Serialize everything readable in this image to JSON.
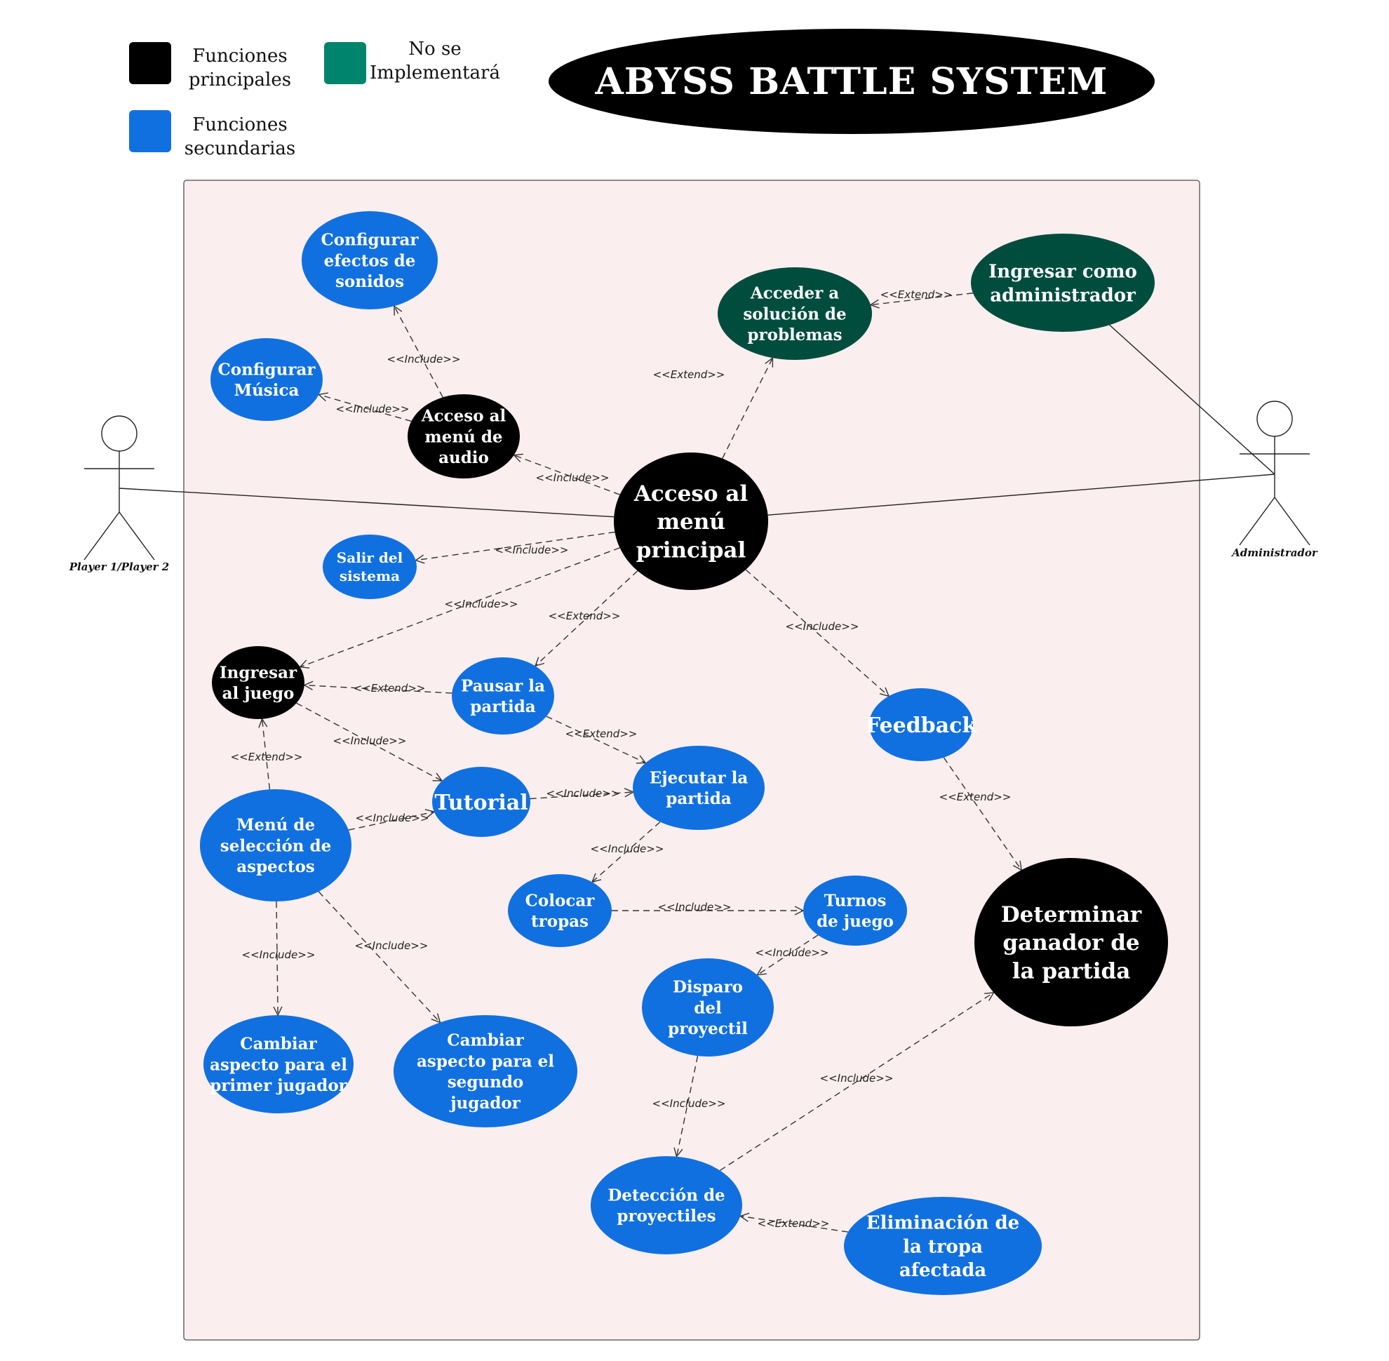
{
  "title": "ABYSS BATTLE SYSTEM",
  "colors": {
    "principal": "#000000",
    "secundaria": "#1170e0",
    "no_implementa_legend": "#00846d",
    "no_implementa_node": "#004d3e",
    "boundary_fill": "#fbeeee",
    "boundary_stroke": "#666666"
  },
  "legend": [
    {
      "id": "principal",
      "label": [
        "Funciones",
        "principales"
      ],
      "color": "#000000"
    },
    {
      "id": "secundaria",
      "label": [
        "Funciones",
        "secundarias"
      ],
      "color": "#1170e0"
    },
    {
      "id": "no_implementa",
      "label": [
        "No se",
        "Implementará"
      ],
      "color": "#00846d"
    }
  ],
  "actors": [
    {
      "id": "player",
      "label": "Player 1/Player 2"
    },
    {
      "id": "admin",
      "label": "Administrador"
    }
  ],
  "use_cases": [
    {
      "id": "menu_principal",
      "label": [
        "Acceso al",
        "menú",
        "principal"
      ],
      "type": "principal"
    },
    {
      "id": "menu_audio",
      "label": [
        "Acceso al",
        "menú de",
        "audio"
      ],
      "type": "principal"
    },
    {
      "id": "efectos",
      "label": [
        "Configurar",
        "efectos de",
        "sonidos"
      ],
      "type": "secundaria"
    },
    {
      "id": "musica",
      "label": [
        "Configurar",
        "Música"
      ],
      "type": "secundaria"
    },
    {
      "id": "solucion",
      "label": [
        "Acceder a",
        "solución de",
        "problemas"
      ],
      "type": "no_implementa"
    },
    {
      "id": "admin_login",
      "label": [
        "Ingresar como",
        "administrador"
      ],
      "type": "no_implementa"
    },
    {
      "id": "salir",
      "label": [
        "Salir del",
        "sistema"
      ],
      "type": "secundaria"
    },
    {
      "id": "ingresar",
      "label": [
        "Ingresar",
        "al juego"
      ],
      "type": "principal"
    },
    {
      "id": "pausar",
      "label": [
        "Pausar la",
        "partida"
      ],
      "type": "secundaria"
    },
    {
      "id": "ejecutar",
      "label": [
        "Ejecutar la",
        "partida"
      ],
      "type": "secundaria"
    },
    {
      "id": "tutorial",
      "label": [
        "Tutorial"
      ],
      "type": "secundaria"
    },
    {
      "id": "aspectos",
      "label": [
        "Menú de",
        "selección de",
        "aspectos"
      ],
      "type": "secundaria"
    },
    {
      "id": "feedback",
      "label": [
        "Feedback"
      ],
      "type": "secundaria"
    },
    {
      "id": "colocar",
      "label": [
        "Colocar",
        "tropas"
      ],
      "type": "secundaria"
    },
    {
      "id": "turnos",
      "label": [
        "Turnos",
        "de juego"
      ],
      "type": "secundaria"
    },
    {
      "id": "ganador",
      "label": [
        "Determinar",
        "ganador de",
        "la partida"
      ],
      "type": "principal"
    },
    {
      "id": "disparo",
      "label": [
        "Disparo",
        "del",
        "proyectil"
      ],
      "type": "secundaria"
    },
    {
      "id": "aspecto1",
      "label": [
        "Cambiar",
        "aspecto para el",
        "primer jugador"
      ],
      "type": "secundaria"
    },
    {
      "id": "aspecto2",
      "label": [
        "Cambiar",
        "aspecto para el",
        "segundo",
        "jugador"
      ],
      "type": "secundaria"
    },
    {
      "id": "deteccion",
      "label": [
        "Detección de",
        "proyectiles"
      ],
      "type": "secundaria"
    },
    {
      "id": "eliminacion",
      "label": [
        "Eliminación de",
        "la tropa",
        "afectada"
      ],
      "type": "secundaria"
    }
  ],
  "associations": [
    {
      "from": "player",
      "to": "menu_principal"
    },
    {
      "from": "admin",
      "to": "menu_principal"
    },
    {
      "from": "admin",
      "to": "admin_login"
    }
  ],
  "relations": [
    {
      "from": "menu_audio",
      "to": "efectos",
      "label": "<<Include>>"
    },
    {
      "from": "menu_audio",
      "to": "musica",
      "label": "<<Include>>"
    },
    {
      "from": "menu_principal",
      "to": "menu_audio",
      "label": "<<Include>>"
    },
    {
      "from": "menu_principal",
      "to": "solucion",
      "label": "<<Extend>>"
    },
    {
      "from": "admin_login",
      "to": "solucion",
      "label": "<<Extend>>"
    },
    {
      "from": "menu_principal",
      "to": "salir",
      "label": "<<Include>>"
    },
    {
      "from": "menu_principal",
      "to": "ingresar",
      "label": "<<Include>>"
    },
    {
      "from": "menu_principal",
      "to": "pausar",
      "label": "<<Extend>>"
    },
    {
      "from": "menu_principal",
      "to": "feedback",
      "label": "<<Include>>"
    },
    {
      "from": "pausar",
      "to": "ingresar",
      "label": "<<Extend>>"
    },
    {
      "from": "pausar",
      "to": "ejecutar",
      "label": "<<Extend>>"
    },
    {
      "from": "ingresar",
      "to": "tutorial",
      "label": "<<Include>>"
    },
    {
      "from": "aspectos",
      "to": "ingresar",
      "label": "<<Extend>>"
    },
    {
      "from": "aspectos",
      "to": "tutorial",
      "label": "<<Include>>"
    },
    {
      "from": "tutorial",
      "to": "ejecutar",
      "label": "<<Include>>"
    },
    {
      "from": "ejecutar",
      "to": "colocar",
      "label": "<<Include>>"
    },
    {
      "from": "colocar",
      "to": "turnos",
      "label": "<<Include>>"
    },
    {
      "from": "turnos",
      "to": "disparo",
      "label": "<<Include>>"
    },
    {
      "from": "disparo",
      "to": "deteccion",
      "label": "<<Include>>"
    },
    {
      "from": "deteccion",
      "to": "ganador",
      "label": "<<Include>>"
    },
    {
      "from": "eliminacion",
      "to": "deteccion",
      "label": "<<Extend>>"
    },
    {
      "from": "feedback",
      "to": "ganador",
      "label": "<<Extend>>"
    },
    {
      "from": "aspectos",
      "to": "aspecto1",
      "label": "<<Include>>"
    },
    {
      "from": "aspectos",
      "to": "aspecto2",
      "label": "<<Include>>"
    }
  ]
}
